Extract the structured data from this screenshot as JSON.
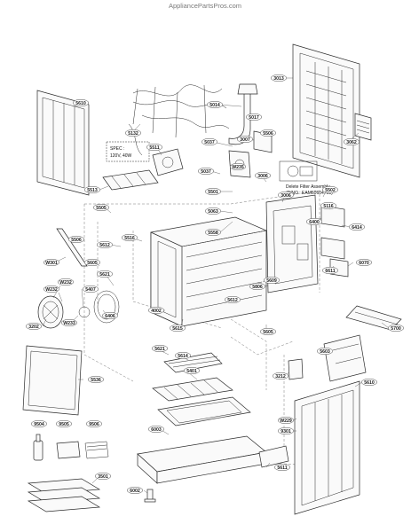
{
  "watermark": "AppliancePartsPros.com",
  "spec_box": {
    "line1": "SPEC :",
    "line2": "120V, 40W"
  },
  "delete_note": {
    "line1": "Delete Filter Assembly",
    "line2": "(P/NO : EAM60604703)"
  },
  "part_labels": [
    "3013",
    "5610",
    "5014",
    "5017",
    "5132",
    "5037",
    "3007",
    "5506",
    "3062",
    "5511",
    "W235",
    "5037",
    "3006",
    "5502",
    "5513",
    "5501",
    "3006",
    "5116",
    "5505",
    "5063",
    "5558",
    "6400",
    "6414",
    "5506",
    "5612",
    "5516",
    "W301",
    "5605",
    "5621",
    "5806",
    "5609",
    "6070",
    "6611",
    "W232",
    "W232",
    "5407",
    "6406",
    "4002",
    "5612",
    "5700",
    "3202",
    "W233",
    "5615",
    "5605",
    "5621",
    "5614",
    "5603",
    "5536",
    "3212",
    "5401",
    "5610",
    "W229",
    "9301",
    "9504",
    "9505",
    "9506",
    "6003",
    "3501",
    "5611",
    "6002"
  ]
}
